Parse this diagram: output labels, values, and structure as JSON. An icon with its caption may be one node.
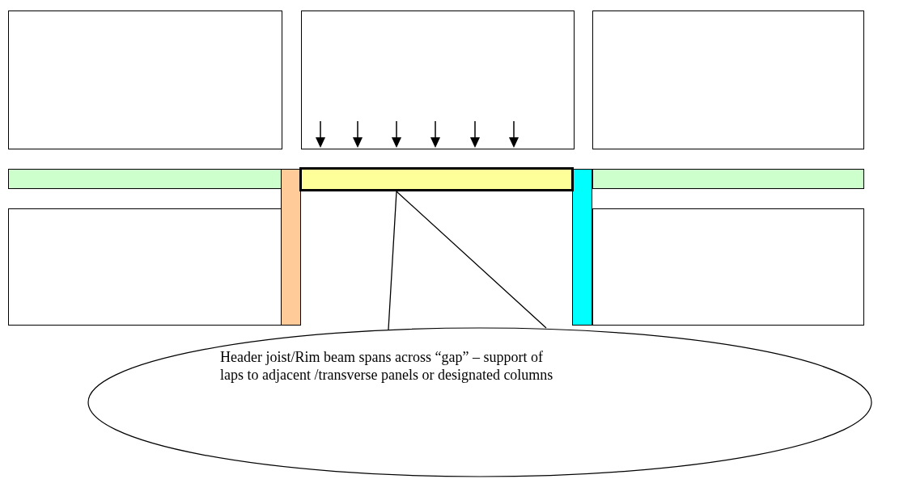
{
  "diagram": {
    "nodes": [
      {
        "text": [
          "Header joist/Rim beam spans across “gap” – support of laps to adjacent /transverse panels or designated columns"
        ]
      },
      {
        "text": [],
        "shape": "bar"
      }
    ],
    "edges": [
      {
        "from": 0,
        "to": 1,
        "arrow": "none"
      }
    ]
  }
}
